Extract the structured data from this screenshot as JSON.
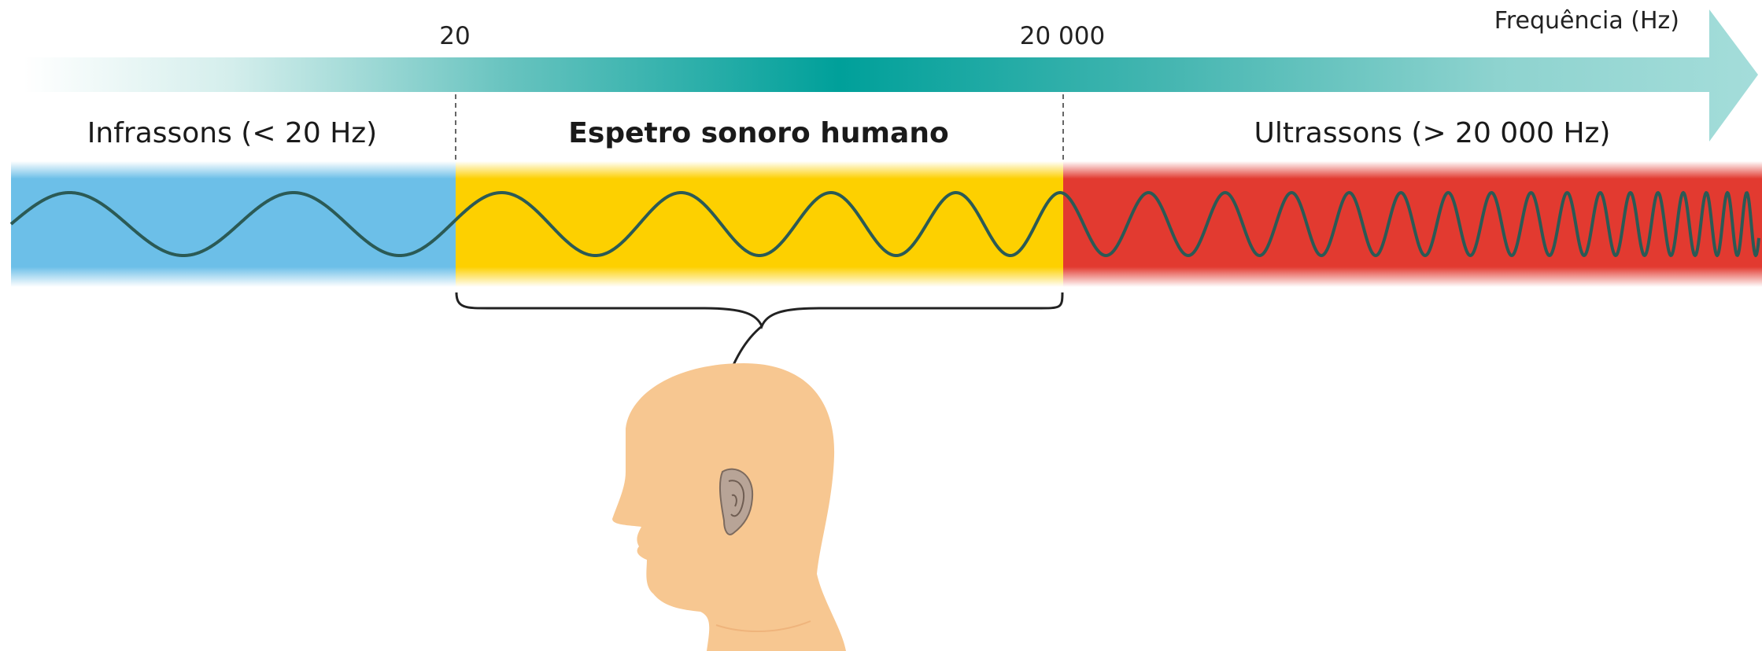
{
  "axis": {
    "title": "Frequência (Hz)",
    "tick_low": "20",
    "tick_high": "20 000"
  },
  "regions": {
    "infrasound": {
      "label": "Infrassons (< 20 Hz)",
      "color": "#6cbfe8"
    },
    "audible": {
      "label": "Espetro sonoro humano",
      "color": "#fdd000"
    },
    "ultrasound": {
      "label": "Ultrassons (> 20 000 Hz)",
      "color": "#e23a30"
    }
  },
  "colors": {
    "arrow": "#00a09a",
    "wave": "#2b5a55",
    "skin": "#f7c791",
    "ear": "#b8a497"
  },
  "icons": {
    "head": "human-head-profile-icon",
    "ear": "ear-icon"
  }
}
